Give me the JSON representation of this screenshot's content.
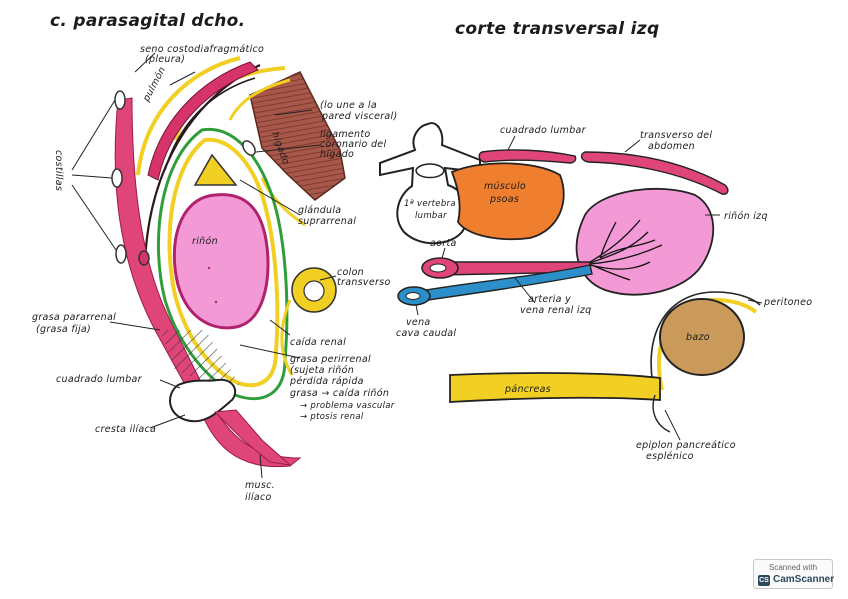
{
  "left_title": "c. parasagital dcho.",
  "right_title": "corte transversal izq",
  "left_labels": {
    "seno": "seno costodiafragmático",
    "pleura": "(pleura)",
    "pulmon": "pulmón",
    "higado": "hígado",
    "une": "(lo une a la",
    "pared": "pared visceral)",
    "ligamento": "ligamento",
    "coronario": "coronario del",
    "higado2": "hígado",
    "glandula": "glándula",
    "suprarrenal": "suprarrenal",
    "costillas": "costillas",
    "rinon": "riñón",
    "colon": "colon",
    "transverso": "transverso",
    "grasa_pararrenal": "grasa pararrenal",
    "grasa_fija": "(grasa fija)",
    "caida_renal": "caída renal",
    "cuadrado": "cuadrado lumbar",
    "grasa_perirrenal": "grasa perirrenal",
    "sujeta": "(sujeta riñón",
    "perdida": "pérdida rápida",
    "grasa_caida": "grasa → caída riñón",
    "problema": "→ problema vascular",
    "ptosis": "→ ptosis renal",
    "cresta": "cresta ilíaca",
    "musc": "musc.",
    "iliaco": "ilíaco"
  },
  "right_labels": {
    "cuadrado": "cuadrado lumbar",
    "transverso": "transverso del",
    "abdomen": "abdomen",
    "vertebra1": "1ª vertebra",
    "vertebra2": "lumbar",
    "musculo1": "músculo",
    "musculo2": "psoas",
    "rinon": "riñón izq",
    "aorta": "aorta",
    "vena1": "vena",
    "vena2": "cava caudal",
    "arteria1": "arteria y",
    "arteria2": "vena renal izq",
    "peritoneo": "peritoneo",
    "bazo": "bazo",
    "pancreas": "páncreas",
    "epiplon1": "epiplon pancreático",
    "epiplon2": "esplénico"
  },
  "badge": {
    "scanned": "Scanned with",
    "logo": "CS",
    "name": "CamScanner"
  },
  "colors": {
    "pink": "#f39ad6",
    "magenta": "#d6336b",
    "green": "#2f9e3a",
    "yellow": "#f2cf23",
    "brown": "#9b4f3e",
    "orange": "#ef7f2f",
    "blue": "#2d8fc9",
    "tan": "#c99a5a"
  }
}
